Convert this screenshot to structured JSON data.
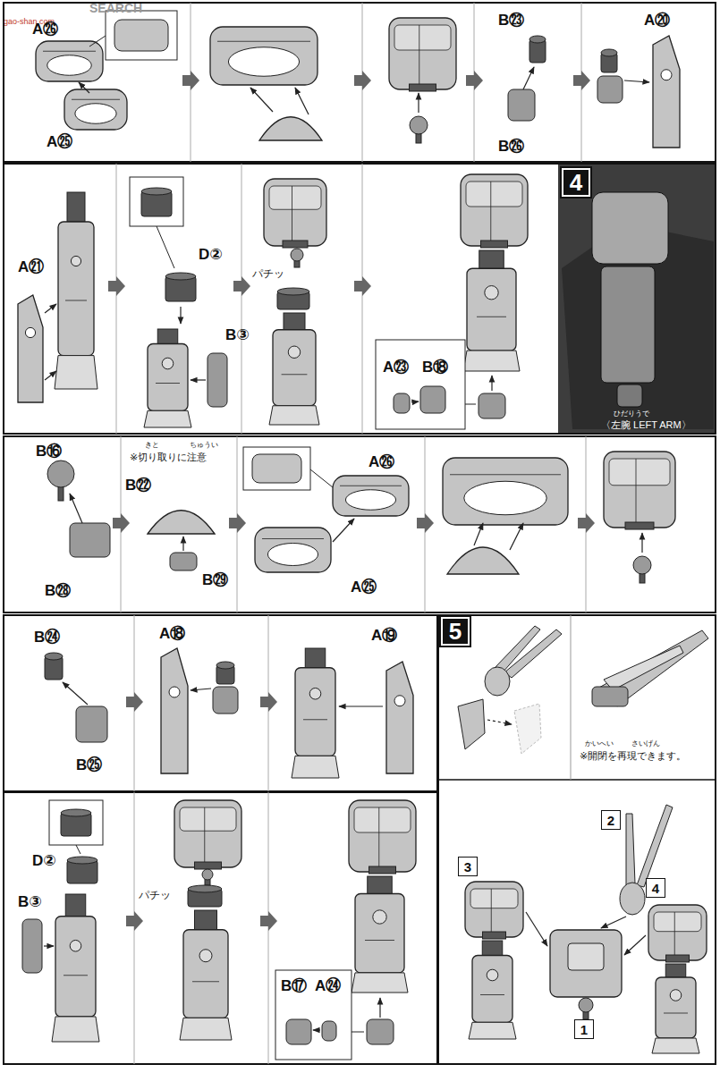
{
  "diagram": {
    "nodes": [
      {
        "text": [
          "4"
        ]
      },
      {
        "text": [
          "5"
        ]
      },
      {
        "text": [
          "2"
        ]
      },
      {
        "text": [
          "3"
        ]
      },
      {
        "text": [
          "4"
        ]
      },
      {
        "text": [
          "1"
        ]
      }
    ],
    "labels": [
      "SEARCH",
      "gao-shan.com",
      "A㉖",
      "A㉕",
      "B㉓",
      "B㉖",
      "A⑳",
      "A㉑",
      "D②",
      "B③",
      "パチッ",
      "A㉓",
      "B⑱",
      "ひだりうで",
      "〈左腕 LEFT ARM〉",
      "B⑯",
      "B㉘",
      "きと",
      "ちゅうい",
      "※切り取りに注意",
      "B㉒",
      "B㉙",
      "A㉖",
      "A㉕",
      "B㉔",
      "B㉕",
      "A⑱",
      "A⑲",
      "D②",
      "B③",
      "パチッ",
      "B⑰",
      "A㉔",
      "かいへい",
      "さいげん",
      "※開閉を再現できます。"
    ]
  }
}
